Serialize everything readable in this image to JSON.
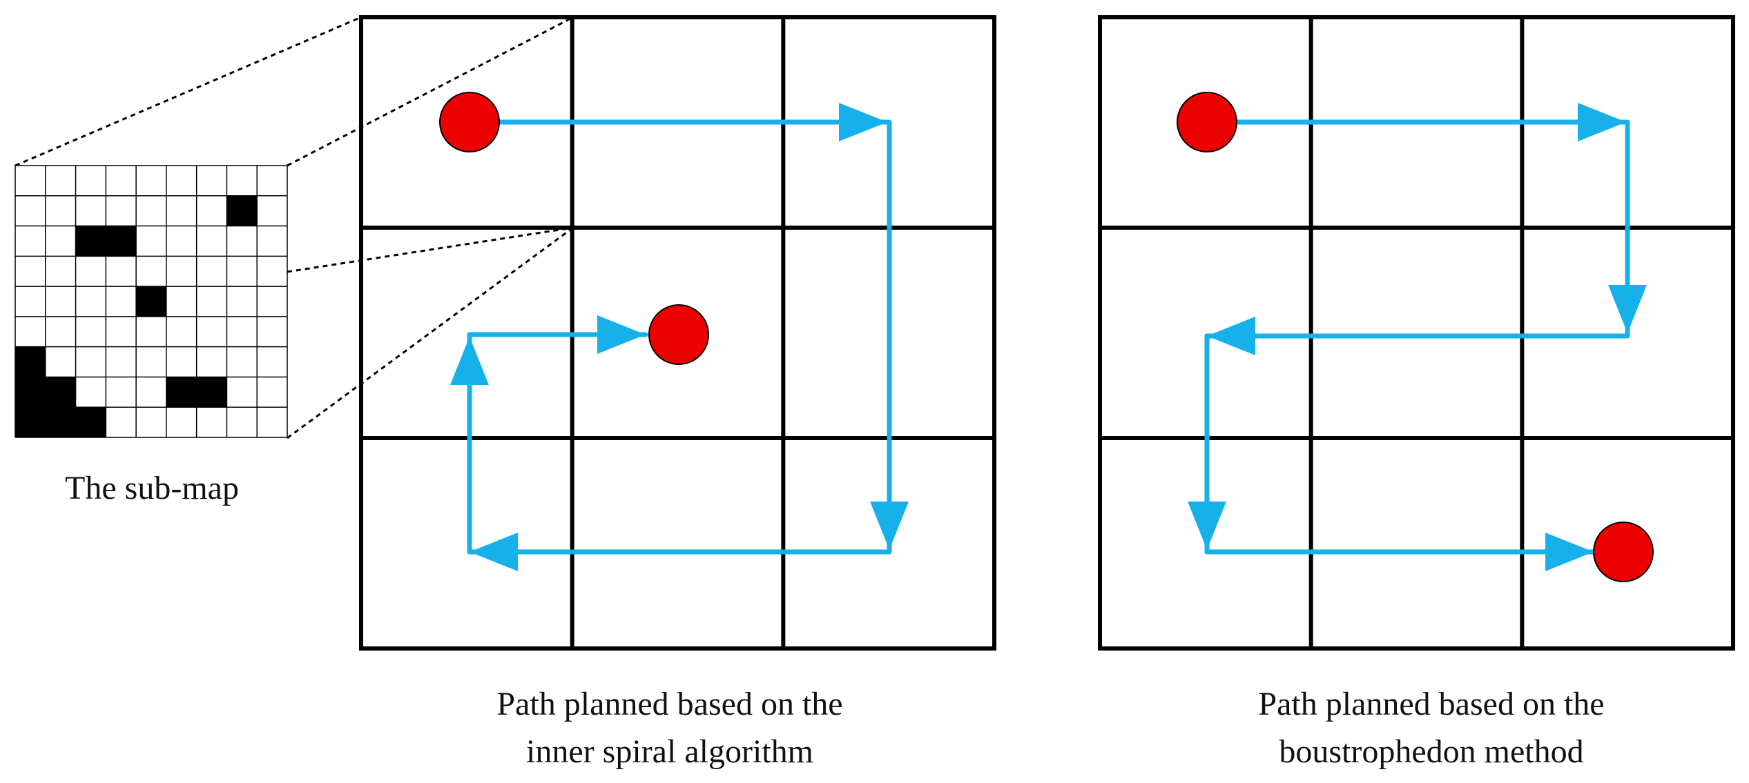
{
  "submap": {
    "caption": "The sub-map",
    "rows": 9,
    "cols": 9,
    "filled_cells": [
      [
        1,
        7
      ],
      [
        2,
        2
      ],
      [
        2,
        3
      ],
      [
        4,
        4
      ],
      [
        6,
        0
      ],
      [
        7,
        0
      ],
      [
        7,
        1
      ],
      [
        7,
        5
      ],
      [
        7,
        6
      ],
      [
        8,
        0
      ],
      [
        8,
        1
      ],
      [
        8,
        2
      ]
    ]
  },
  "spiral": {
    "caption_line1": "Path planned based on the",
    "caption_line2": "inner spiral algorithm"
  },
  "boustrophedon": {
    "caption_line1": "Path planned based on the",
    "caption_line2": "boustrophedon method"
  },
  "colors": {
    "path": "#16b1ea",
    "marker": "#ee0000",
    "grid": "#000000",
    "filled_cell": "#000000"
  }
}
